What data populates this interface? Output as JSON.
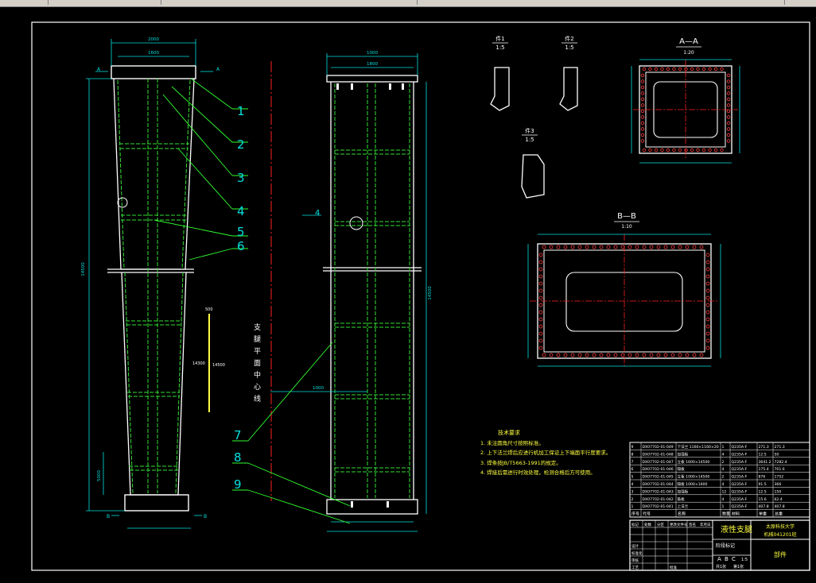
{
  "window": {
    "toolbar_segments": 4
  },
  "drawing": {
    "title": "液性支腿",
    "school": "太原科技大学",
    "class_no": "机械041201班",
    "part_name": "部件",
    "scale_label": "1:5",
    "sheet_label": "共1张",
    "sheet_no": "第1张",
    "balloons": [
      "1",
      "2",
      "3",
      "4",
      "5",
      "6",
      "7",
      "8",
      "9"
    ],
    "centerline_text": "支腿平面中心线",
    "section_AA": {
      "title": "A—A",
      "scale": "1:20"
    },
    "section_BB": {
      "title": "B—B",
      "scale": "1:10"
    },
    "detail1": {
      "title": "件1",
      "scale": "1:5"
    },
    "detail2": {
      "title": "件2",
      "scale": "1:5"
    },
    "detail3": {
      "title": "件3",
      "scale": "1:5"
    },
    "section_marks": [
      "A",
      "A",
      "B",
      "B"
    ],
    "dims_left": [
      "2000",
      "1600",
      "14500",
      "5000"
    ],
    "dims_middle": [
      "1000",
      "1800",
      "14500",
      "1000"
    ],
    "dims_small": [
      "500",
      "14300",
      "14500"
    ]
  },
  "tech_notes": {
    "title": "技术要求",
    "lines": [
      "1. 未注圆角尺寸按照标准。",
      "2. 上下法兰焊后应进行机加工保证上下端面平行度要求。",
      "3. 焊条按JB/T5663-1991的规定。",
      "4. 焊接后需进行时效处理，检测合格后方可使用。"
    ]
  },
  "bom": {
    "header": [
      "序号",
      "代号",
      "名称",
      "数量",
      "材料",
      "单重",
      "总重"
    ],
    "rows": [
      [
        "9",
        "DX07702-01-049",
        "下法兰 1160×1160×20",
        "1",
        "Q235A-F",
        "271.3",
        "271.3"
      ],
      [
        "8",
        "DX07702-01-048",
        "加强板",
        "4",
        "Q235A-F",
        "12.5",
        "50"
      ],
      [
        "7",
        "DX07702-01-047",
        "立板 1600×14500",
        "2",
        "Q235A-F",
        "3641.2",
        "7282.4"
      ],
      [
        "6",
        "DX07702-01-046",
        "隔板",
        "4",
        "Q235A-F",
        "175.4",
        "701.6"
      ],
      [
        "5",
        "DX07702-01-045",
        "立板 1000×14500",
        "2",
        "Q235A-F",
        "876",
        "1752"
      ],
      [
        "4",
        "DX07702-01-044",
        "隔板 1000×1600",
        "4",
        "Q235A-F",
        "91.5",
        "366"
      ],
      [
        "3",
        "DX07702-01-043",
        "加强板",
        "12",
        "Q235A-F",
        "12.5",
        "150"
      ],
      [
        "2",
        "DX07702-01-042",
        "筋板",
        "4",
        "Q235A-F",
        "15.6",
        "62.4"
      ],
      [
        "1",
        "DX07702-01-041",
        "上法兰",
        "1",
        "Q235A-F",
        "407.8",
        "407.8"
      ]
    ]
  },
  "titleblock": {
    "cells": [
      "标记",
      "处数",
      "分区",
      "更改文件号",
      "签名",
      "年月日",
      "设计",
      "标准化",
      "阶段标记",
      "重量",
      "比例",
      "审核",
      "工艺",
      "批准"
    ],
    "stage": [
      "A",
      "B",
      "C"
    ]
  },
  "colors": {
    "outline": "#ffffff",
    "dim": "#00e0e0",
    "hidden": "#35e035",
    "center": "#ff2020",
    "section": "#ffff40",
    "bolt": "#ff4040",
    "leader": "#30ff30"
  }
}
